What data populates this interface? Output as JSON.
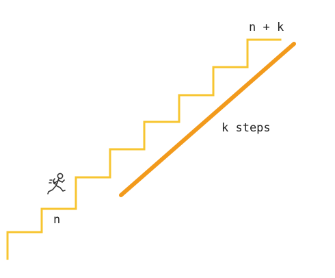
{
  "labels": {
    "start_step": "n",
    "end_step": "n + k",
    "span": "k steps"
  },
  "icons": {
    "climber": "running-person-icon"
  },
  "colors": {
    "stairs": "#F7C531",
    "span_line": "#F29A1C",
    "text": "#222222",
    "icon": "#333333"
  }
}
